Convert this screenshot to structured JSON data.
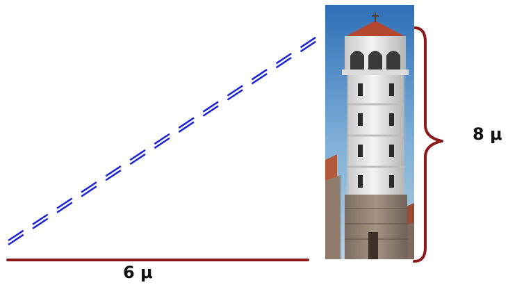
{
  "diagram": {
    "base_label": "6 μ",
    "height_label": "8 μ",
    "colors": {
      "hypotenuse": "#1a22d6",
      "base": "#8b1a1a",
      "brace": "#8b1a1a",
      "label": "#111111"
    },
    "picture": "bell-tower"
  }
}
